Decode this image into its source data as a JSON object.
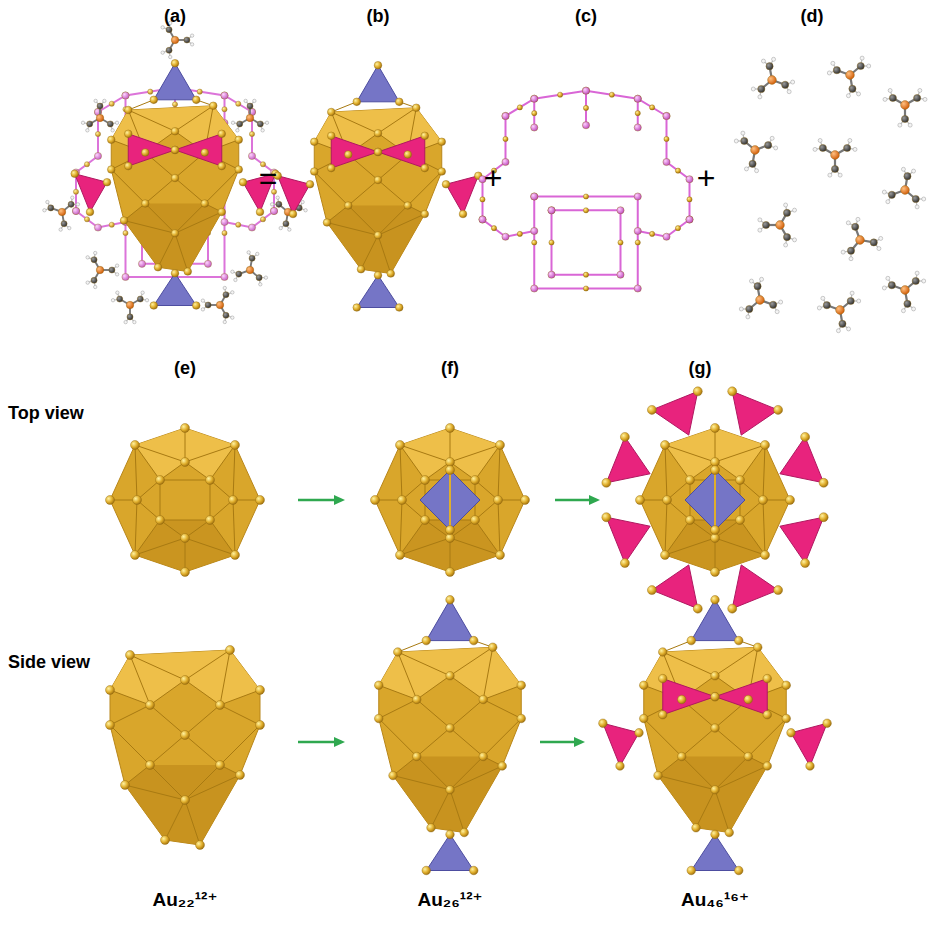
{
  "diagram": {
    "labels": [
      "(a)",
      "(b)",
      "(c)",
      "(d)",
      "=",
      "+",
      "+",
      "(e)",
      "(f)",
      "(g)",
      "Top view",
      "Side view",
      "Au₂₂¹²⁺",
      "Au₂₆¹²⁺",
      "Au₄₆¹⁶⁺"
    ]
  }
}
